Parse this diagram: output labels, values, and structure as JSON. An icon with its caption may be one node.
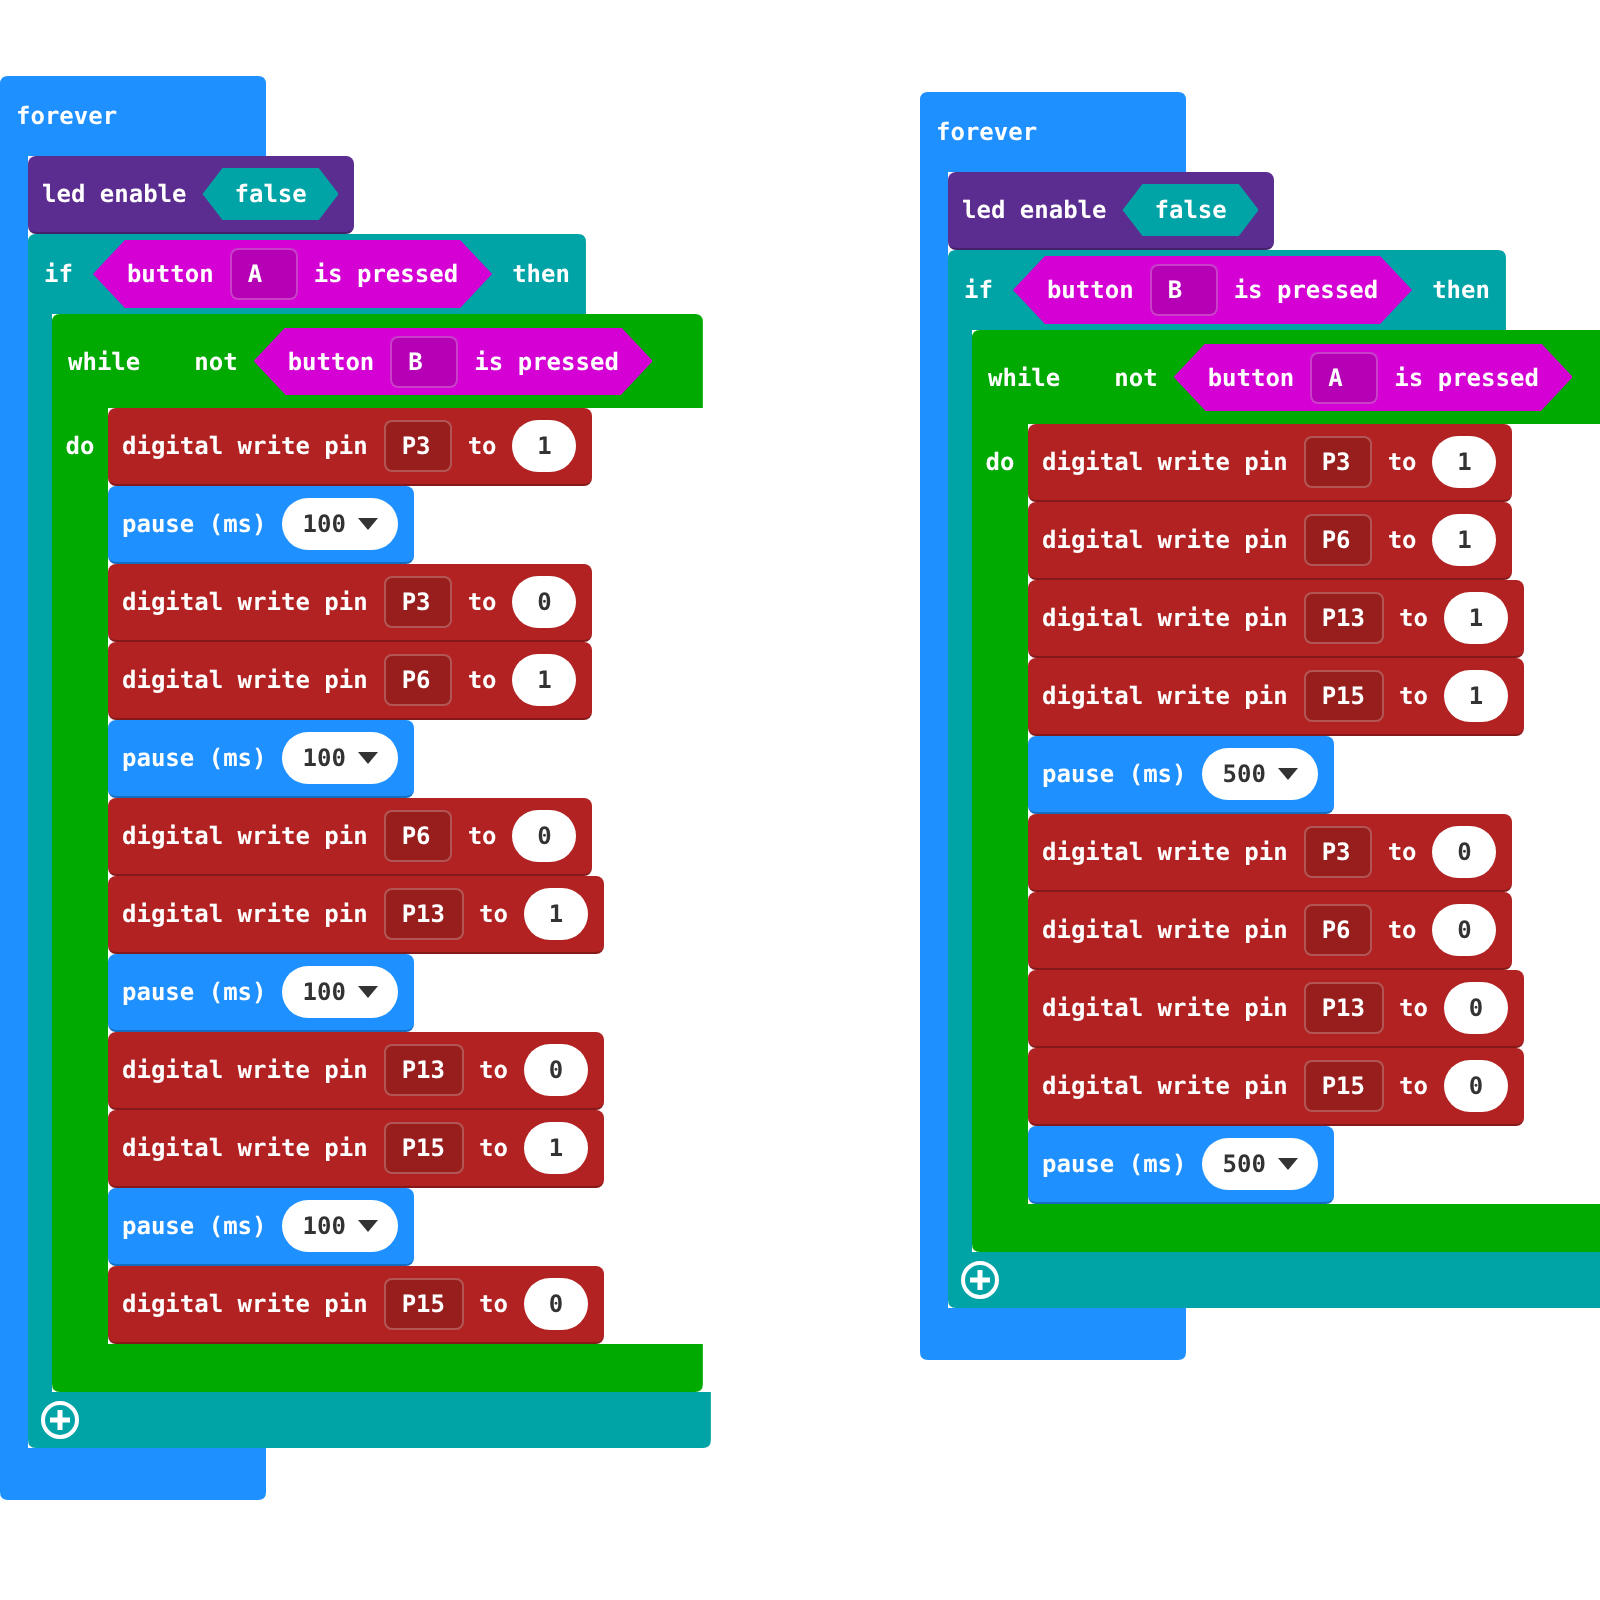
{
  "diagram": {
    "nodes": [
      {
        "text": [
          "forever"
        ]
      },
      {
        "text": [
          "led enable",
          "false"
        ]
      },
      {
        "text": [
          "if",
          "then"
        ]
      },
      {
        "text": [
          "button",
          "A",
          "is pressed"
        ],
        "in": 2
      },
      {
        "text": [
          "while",
          "do"
        ],
        "in": 2
      },
      {
        "text": [
          "not"
        ],
        "in": 4
      },
      {
        "text": [
          "button",
          "B",
          "is pressed"
        ],
        "in": 5
      },
      {
        "text": [
          "digital write pin",
          "P3",
          "to",
          "1"
        ],
        "in": 4
      },
      {
        "text": [
          "pause (ms)",
          "100"
        ],
        "in": 4
      },
      {
        "text": [
          "digital write pin",
          "P3",
          "to",
          "0"
        ],
        "in": 4
      },
      {
        "text": [
          "digital write pin",
          "P6",
          "to",
          "1"
        ],
        "in": 4
      },
      {
        "text": [
          "pause (ms)",
          "100"
        ],
        "in": 4
      },
      {
        "text": [
          "digital write pin",
          "P6",
          "to",
          "0"
        ],
        "in": 4
      },
      {
        "text": [
          "digital write pin",
          "P13",
          "to",
          "1"
        ],
        "in": 4
      },
      {
        "text": [
          "pause (ms)",
          "100"
        ],
        "in": 4
      },
      {
        "text": [
          "digital write pin",
          "P13",
          "to",
          "0"
        ],
        "in": 4
      },
      {
        "text": [
          "digital write pin",
          "P15",
          "to",
          "1"
        ],
        "in": 4
      },
      {
        "text": [
          "pause (ms)",
          "100"
        ],
        "in": 4
      },
      {
        "text": [
          "digital write pin",
          "P15",
          "to",
          "0"
        ],
        "in": 4
      },
      {
        "text": [
          "forever"
        ]
      },
      {
        "text": [
          "led enable",
          "false"
        ]
      },
      {
        "text": [
          "if",
          "then"
        ]
      },
      {
        "text": [
          "button",
          "B",
          "is pressed"
        ],
        "in": 21
      },
      {
        "text": [
          "while",
          "do"
        ],
        "in": 21
      },
      {
        "text": [
          "not"
        ],
        "in": 23
      },
      {
        "text": [
          "button",
          "A",
          "is pressed"
        ],
        "in": 24
      },
      {
        "text": [
          "digital write pin",
          "P3",
          "to",
          "1"
        ],
        "in": 23
      },
      {
        "text": [
          "digital write pin",
          "P6",
          "to",
          "1"
        ],
        "in": 23
      },
      {
        "text": [
          "digital write pin",
          "P13",
          "to",
          "1"
        ],
        "in": 23
      },
      {
        "text": [
          "digital write pin",
          "P15",
          "to",
          "1"
        ],
        "in": 23
      },
      {
        "text": [
          "pause (ms)",
          "500"
        ],
        "in": 23
      },
      {
        "text": [
          "digital write pin",
          "P3",
          "to",
          "0"
        ],
        "in": 23
      },
      {
        "text": [
          "digital write pin",
          "P6",
          "to",
          "0"
        ],
        "in": 23
      },
      {
        "text": [
          "digital write pin",
          "P13",
          "to",
          "0"
        ],
        "in": 23
      },
      {
        "text": [
          "digital write pin",
          "P15",
          "to",
          "0"
        ],
        "in": 23
      },
      {
        "text": [
          "pause (ms)",
          "500"
        ],
        "in": 23
      }
    ]
  }
}
